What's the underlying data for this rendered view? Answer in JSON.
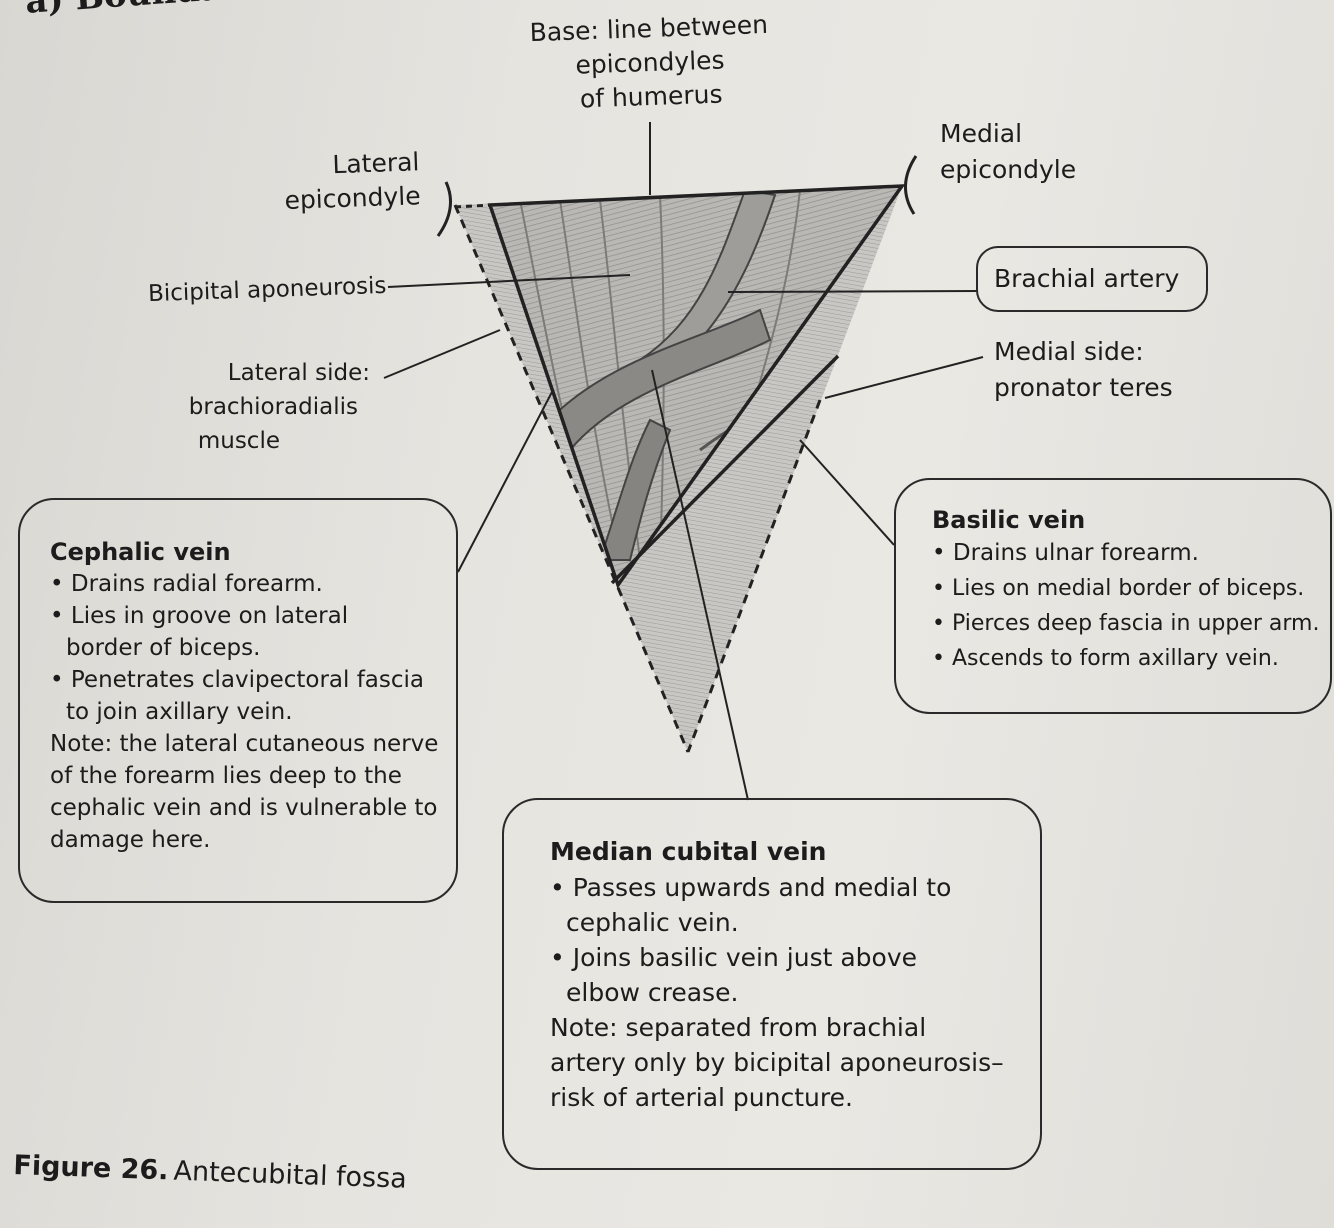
{
  "header": {
    "partial_heading": "a) Boundaries"
  },
  "labels": {
    "base": [
      "Base: line between",
      "epicondyles",
      "of humerus"
    ],
    "medial_epicondyle": [
      "Medial",
      "epicondyle"
    ],
    "lateral_epicondyle": [
      "Lateral",
      "epicondyle"
    ],
    "bicipital_aponeurosis": "Bicipital aponeurosis",
    "brachial_artery": "Brachial artery",
    "lateral_side": [
      "Lateral side:",
      "brachioradialis",
      "muscle"
    ],
    "medial_side": [
      "Medial side:",
      "pronator teres"
    ]
  },
  "cephalic_box": {
    "title": "Cephalic vein",
    "lines": [
      "• Drains radial forearm.",
      "• Lies in groove on lateral",
      "border of biceps.",
      "• Penetrates clavipectoral fascia",
      "to join axillary vein.",
      "Note: the lateral cutaneous nerve",
      "of the forearm lies deep to the",
      "cephalic vein and is vulnerable to",
      "damage here."
    ]
  },
  "basilic_box": {
    "title": "Basilic vein",
    "lines": [
      "• Drains ulnar forearm.",
      "• Lies on medial border of biceps.",
      "• Pierces deep fascia in upper arm.",
      "• Ascends to form axillary vein."
    ]
  },
  "median_box": {
    "title": "Median cubital vein",
    "lines": [
      "• Passes upwards and medial to",
      "cephalic vein.",
      "• Joins basilic vein just above",
      "elbow crease.",
      "Note: separated from brachial",
      "artery only by bicipital aponeurosis–",
      "risk of arterial puncture."
    ]
  },
  "figure": {
    "label": "Figure 26.",
    "caption": "Antecubital fossa"
  }
}
